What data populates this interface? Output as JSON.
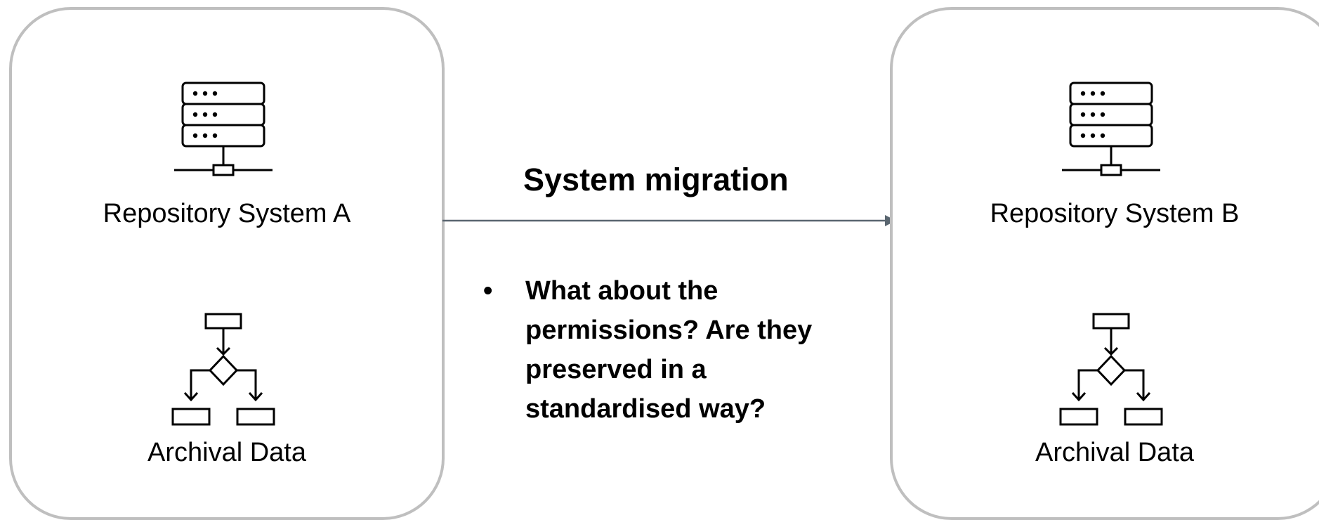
{
  "left_system": {
    "label": "Repository System A",
    "data_label": "Archival Data",
    "server_icon": "server-rack-icon",
    "data_icon": "flowchart-icon"
  },
  "right_system": {
    "label": "Repository System B",
    "data_label": "Archival Data",
    "server_icon": "server-rack-icon",
    "data_icon": "flowchart-icon"
  },
  "migration": {
    "title": "System migration",
    "bullet": "•",
    "question": "What about the permissions? Are they preserved in a standardised way?"
  },
  "colors": {
    "box_border": "#bfbfbf",
    "arrow": "#5a6670",
    "text": "#000000"
  }
}
